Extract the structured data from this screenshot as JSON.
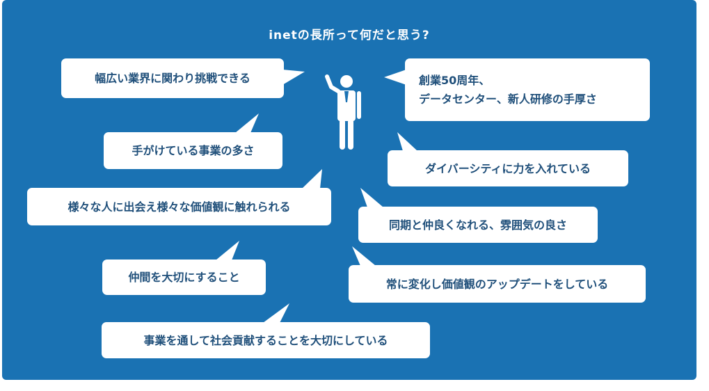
{
  "title": "inetの長所って何だと思う?",
  "colors": {
    "background": "#1a72b3",
    "bubble": "#ffffff",
    "text": "#1f4f7a"
  },
  "icon": "person-raising-hand-icon",
  "bubbles": [
    {
      "text": "幅広い業界に関わり挑戦できる"
    },
    {
      "line1": "創業50周年、",
      "line2": "データセンター、新人研修の手厚さ"
    },
    {
      "text": "手がけている事業の多さ"
    },
    {
      "text": "ダイバーシティに力を入れている"
    },
    {
      "text": "様々な人に出会え様々な価値観に触れられる"
    },
    {
      "text": "同期と仲良くなれる、雰囲気の良さ"
    },
    {
      "text": "仲間を大切にすること"
    },
    {
      "text": "常に変化し価値観のアップデートをしている"
    },
    {
      "text": "事業を通して社会貢献することを大切にしている"
    }
  ]
}
